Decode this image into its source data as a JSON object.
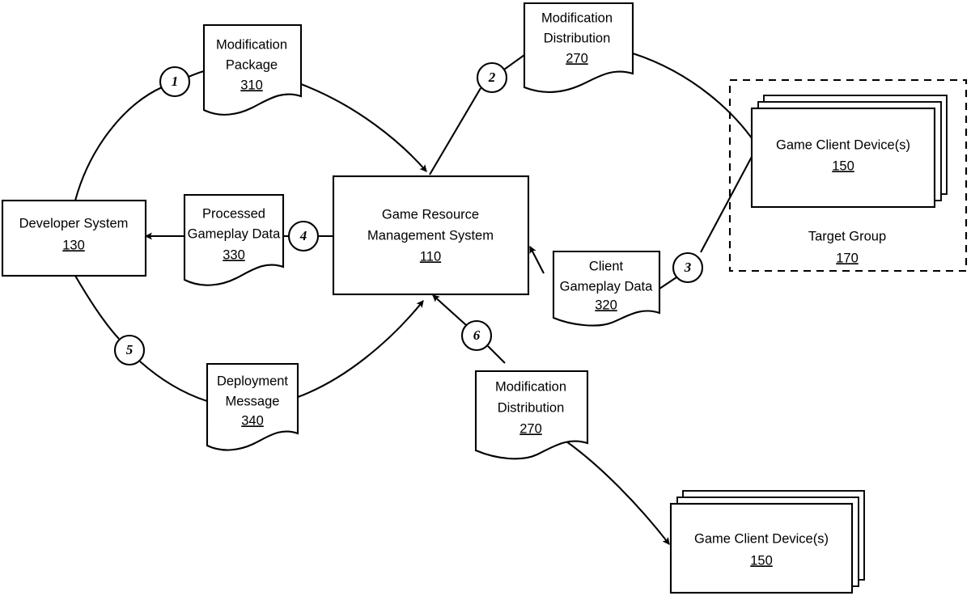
{
  "figure": {
    "title": "Game Resource Management System modification distribution flow",
    "line_color": "#000000",
    "fill_color": "#ffffff",
    "background": "#ffffff"
  },
  "nodes": {
    "modification_package": {
      "line1": "Modification",
      "line2": "Package",
      "ref": "310",
      "shape": "document"
    },
    "modification_distribution_top": {
      "line1": "Modification",
      "line2": "Distribution",
      "ref": "270",
      "shape": "document"
    },
    "game_client_device_top": {
      "line1": "Game Client Device(s)",
      "ref": "150",
      "shape": "stacked-rect"
    },
    "target_group": {
      "line1": "Target Group",
      "ref": "170",
      "shape": "dashed-rect"
    },
    "developer_system": {
      "line1": "Developer System",
      "ref": "130",
      "shape": "rect"
    },
    "processed_gameplay_data": {
      "line1": "Processed",
      "line2": "Gameplay Data",
      "ref": "330",
      "shape": "document"
    },
    "game_resource_management_system": {
      "line1": "Game Resource",
      "line2": "Management System",
      "ref": "110",
      "shape": "rect"
    },
    "client_gameplay_data": {
      "line1": "Client",
      "line2": "Gameplay Data",
      "ref": "320",
      "shape": "document"
    },
    "deployment_message": {
      "line1": "Deployment",
      "line2": "Message",
      "ref": "340",
      "shape": "document"
    },
    "modification_distribution_bottom": {
      "line1": "Modification",
      "line2": "Distribution",
      "ref": "270",
      "shape": "document"
    },
    "game_client_device_bottom": {
      "line1": "Game Client Device(s)",
      "ref": "150",
      "shape": "stacked-rect"
    }
  },
  "step_markers": [
    {
      "id": "1",
      "label": "1"
    },
    {
      "id": "2",
      "label": "2"
    },
    {
      "id": "3",
      "label": "3"
    },
    {
      "id": "4",
      "label": "4"
    },
    {
      "id": "5",
      "label": "5"
    },
    {
      "id": "6",
      "label": "6"
    }
  ]
}
